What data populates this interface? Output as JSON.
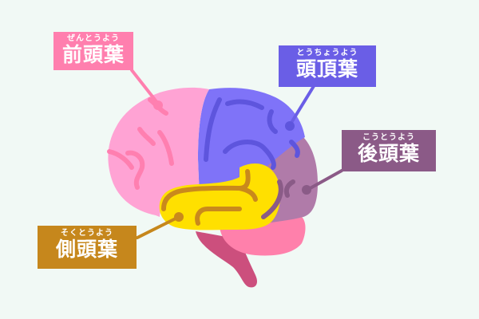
{
  "colors": {
    "background": "#f1f9f5",
    "frontal": "#ffa3d4",
    "frontal_line": "#ff7fb0",
    "frontal_label": "#ff7fae",
    "parietal": "#7f73f8",
    "parietal_line": "#5e55dd",
    "parietal_label": "#6a5ee6",
    "occipital": "#b07ba9",
    "occipital_line": "#8a5b87",
    "occipital_label": "#8b5a87",
    "temporal": "#ffe000",
    "temporal_line": "#c9891c",
    "temporal_label": "#c6871c",
    "cerebellum": "#ff80ab",
    "brainstem": "#cc4f7d"
  },
  "labels": {
    "frontal": {
      "ruby": "ぜんとうよう",
      "kanji": "前頭葉"
    },
    "parietal": {
      "ruby": "とうちょうよう",
      "kanji": "頭頂葉"
    },
    "occipital": {
      "ruby": "こうとうよう",
      "kanji": "後頭葉"
    },
    "temporal": {
      "ruby": "そくとうよう",
      "kanji": "側頭葉"
    }
  }
}
